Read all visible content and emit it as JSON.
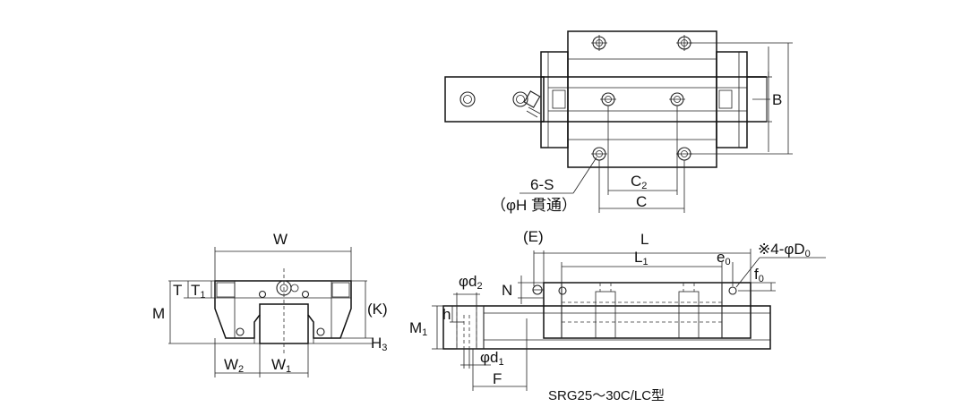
{
  "labels": {
    "six_s": "6-S",
    "phi_h": "（φH 貫通）",
    "c2_main": "C",
    "c2_sub": "2",
    "c": "C",
    "b": "B",
    "w": "W",
    "t": "T",
    "t1_main": "T",
    "t1_sub": "1",
    "m": "M",
    "k": "(K)",
    "h3_main": "H",
    "h3_sub": "3",
    "w2_main": "W",
    "w2_sub": "2",
    "w1_main": "W",
    "w1_sub": "1",
    "e": "(E)",
    "l": "L",
    "l1_main": "L",
    "l1_sub": "1",
    "e0_main": "e",
    "e0_sub": "0",
    "d0_note": "※4-φD",
    "d0_sub": "0",
    "f0_main": "f",
    "f0_sub": "0",
    "d2_main": "φd",
    "d2_sub": "2",
    "n": "N",
    "m1_main": "M",
    "m1_sub": "1",
    "h": "h",
    "d1_main": "φd",
    "d1_sub": "1",
    "f": "F",
    "caption": "SRG25～30C/LC型"
  }
}
